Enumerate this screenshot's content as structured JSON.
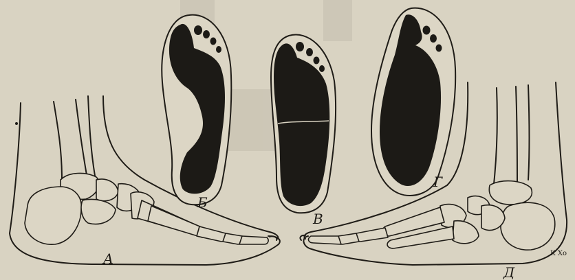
{
  "labels": {
    "foot_left": "А",
    "print_1": "Б",
    "print_2": "В",
    "print_3": "Г",
    "foot_right": "Д",
    "signature": "К Хо"
  },
  "colors": {
    "paper": "#d9d3c2",
    "ink": "#1c1a16"
  }
}
